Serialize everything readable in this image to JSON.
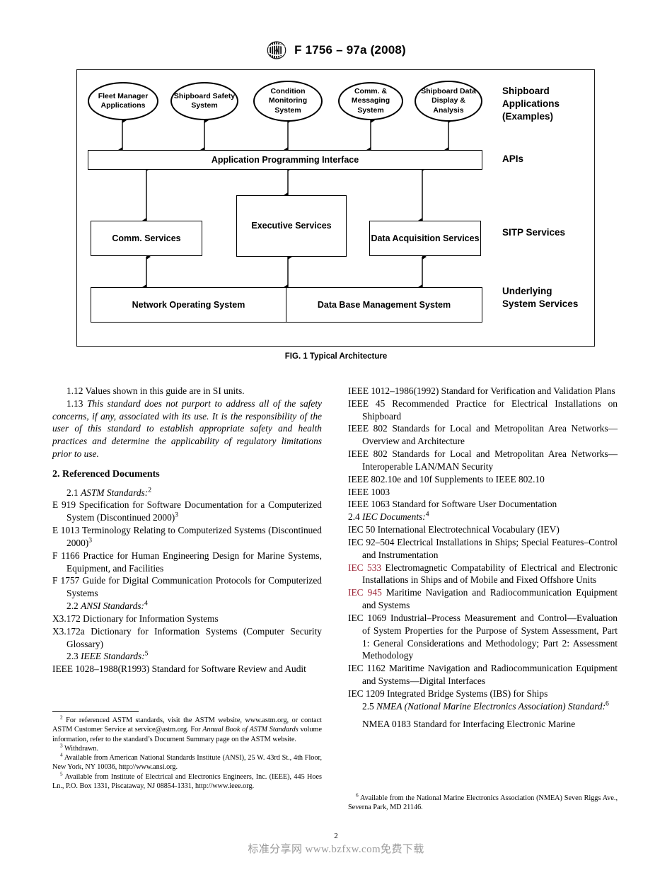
{
  "header": {
    "logo_alt": "ASTM International logo",
    "title": "F 1756 – 97a (2008)"
  },
  "figure": {
    "caption": "FIG. 1 Typical Architecture",
    "ellipses": [
      "Fleet Manager Applications",
      "Shipboard Safety System",
      "Condition Monitoring System",
      "Comm. & Messaging System",
      "Shipboard Data Display & Analysis"
    ],
    "api_box": "Application Programming Interface",
    "comm_services": "Comm. Services",
    "executive_services": "Executive Services",
    "data_acquisition_services": "Data Acquisition Services",
    "network_operating_system": "Network Operating System",
    "database_management_system": "Data Base Management System",
    "labels": {
      "shipboard_applications": "Shipboard Applications (Examples)",
      "apis": "APIs",
      "sitp_services": "SITP Services",
      "underlying_system_services": "Underlying System Services"
    }
  },
  "left_column": {
    "p_1_12": "1.12  Values shown in this guide are in SI units.",
    "p_1_13_num": "1.13 ",
    "p_1_13_italic": "This standard does not purport to address all of the safety concerns, if any, associated with its use. It is the responsibility of the user of this standard to establish appropriate safety and health practices and determine the applicability of regulatory limitations prior to use.",
    "section_2_heading": "2.  Referenced Documents",
    "sub_2_1_num": "2.1 ",
    "sub_2_1_title": "ASTM Standards:",
    "sub_2_1_fn": "2",
    "ref_e919": "E 919 Specification for Software Documentation for a Computerized System (Discontinued 2000)",
    "ref_e919_fn": "3",
    "ref_e1013": "E 1013 Terminology Relating to Computerized Systems (Discontinued 2000)",
    "ref_e1013_fn": "3",
    "ref_f1166": "F 1166 Practice for Human Engineering Design for Marine Systems, Equipment, and Facilities",
    "ref_f1757": "F 1757 Guide for Digital Communication Protocols for Computerized Systems",
    "sub_2_2_num": "2.2 ",
    "sub_2_2_title": "ANSI Standards:",
    "sub_2_2_fn": "4",
    "ref_x3172": "X3.172  Dictionary for Information Systems",
    "ref_x3172a": "X3.172a Dictionary for Information Systems (Computer Security Glossary)",
    "sub_2_3_num": "2.3 ",
    "sub_2_3_title": "IEEE Standards:",
    "sub_2_3_fn": "5",
    "ref_ieee1028": "IEEE 1028–1988(R1993) Standard for Software Review and Audit"
  },
  "right_column": {
    "ref_ieee1012": "IEEE 1012–1986(1992)  Standard for Verification and Validation Plans",
    "ref_ieee45": "IEEE 45  Recommended Practice for Electrical Installations on Shipboard",
    "ref_ieee802_a": "IEEE 802 Standards for Local and Metropolitan Area Networks—Overview and Architecture",
    "ref_ieee802_b": "IEEE 802 Standards for Local and Metropolitan Area Networks—Interoperable LAN/MAN Security",
    "ref_ieee80210": "IEEE 802.10e and 10f  Supplements to IEEE 802.10",
    "ref_ieee1003": "IEEE 1003",
    "ref_ieee1063": "IEEE 1063  Standard for Software User Documentation",
    "sub_2_4_num": "2.4 ",
    "sub_2_4_title": "IEC Documents:",
    "sub_2_4_fn": "4",
    "ref_iec50": "IEC 50  International Electrotechnical Vocabulary (IEV)",
    "ref_iec92504": "IEC 92–504  Electrical Installations in Ships; Special Features–Control and Instrumentation",
    "ref_iec533_code": "IEC 533",
    "ref_iec533_text": " Electromagnetic Compatability of Electrical and Electronic Installations in Ships and of Mobile and Fixed Offshore Units",
    "ref_iec945_code": "IEC 945",
    "ref_iec945_text": " Maritime Navigation and Radiocommunication Equipment and Systems",
    "ref_iec1069": "IEC 1069 Industrial–Process Measurement and Control—Evaluation of System Properties for the Purpose of System Assessment, Part 1: General Considerations and Methodology; Part 2: Assessment Methodology",
    "ref_iec1162": "IEC 1162 Maritime Navigation and Radiocommunication Equipment and Systems—Digital Interfaces",
    "ref_iec1209": "IEC 1209 Integrated Bridge Systems (IBS) for Ships",
    "sub_2_5_num": "2.5 ",
    "sub_2_5_title": "NMEA (National Marine Electronics Association) Standard:",
    "sub_2_5_fn": "6",
    "ref_nmea0183": "NMEA 0183 Standard for Interfacing Electronic Marine"
  },
  "footnotes": {
    "fn2_marker": "2",
    "fn2_a": " For referenced ASTM standards, visit the ASTM website, www.astm.org, or contact ASTM Customer Service at service@astm.org. For ",
    "fn2_ital1": "Annual Book of ASTM Standards",
    "fn2_b": " volume information, refer to the standard’s Document Summary page on the ASTM website.",
    "fn3_marker": "3",
    "fn3_text": " Withdrawn.",
    "fn4_marker": "4",
    "fn4_text": " Available from American National Standards Institute (ANSI), 25 W. 43rd St., 4th Floor, New York, NY 10036, http://www.ansi.org.",
    "fn5_marker": "5",
    "fn5_text": " Available from Institute of Electrical and Electronics Engineers, Inc. (IEEE), 445 Hoes Ln., P.O. Box 1331, Piscataway, NJ 08854-1331, http://www.ieee.org.",
    "fn6_marker": "6",
    "fn6_text": " Available from the National Marine Electronics Association (NMEA) Seven Riggs Ave., Severna Park, MD 21146."
  },
  "page_footer": {
    "page_number": "2",
    "watermark": "标准分享网 www.bzfxw.com免费下载"
  },
  "colors": {
    "red_reference": "#9B2335",
    "watermark_gray": "#9a9a9a",
    "ink": "#000000"
  }
}
